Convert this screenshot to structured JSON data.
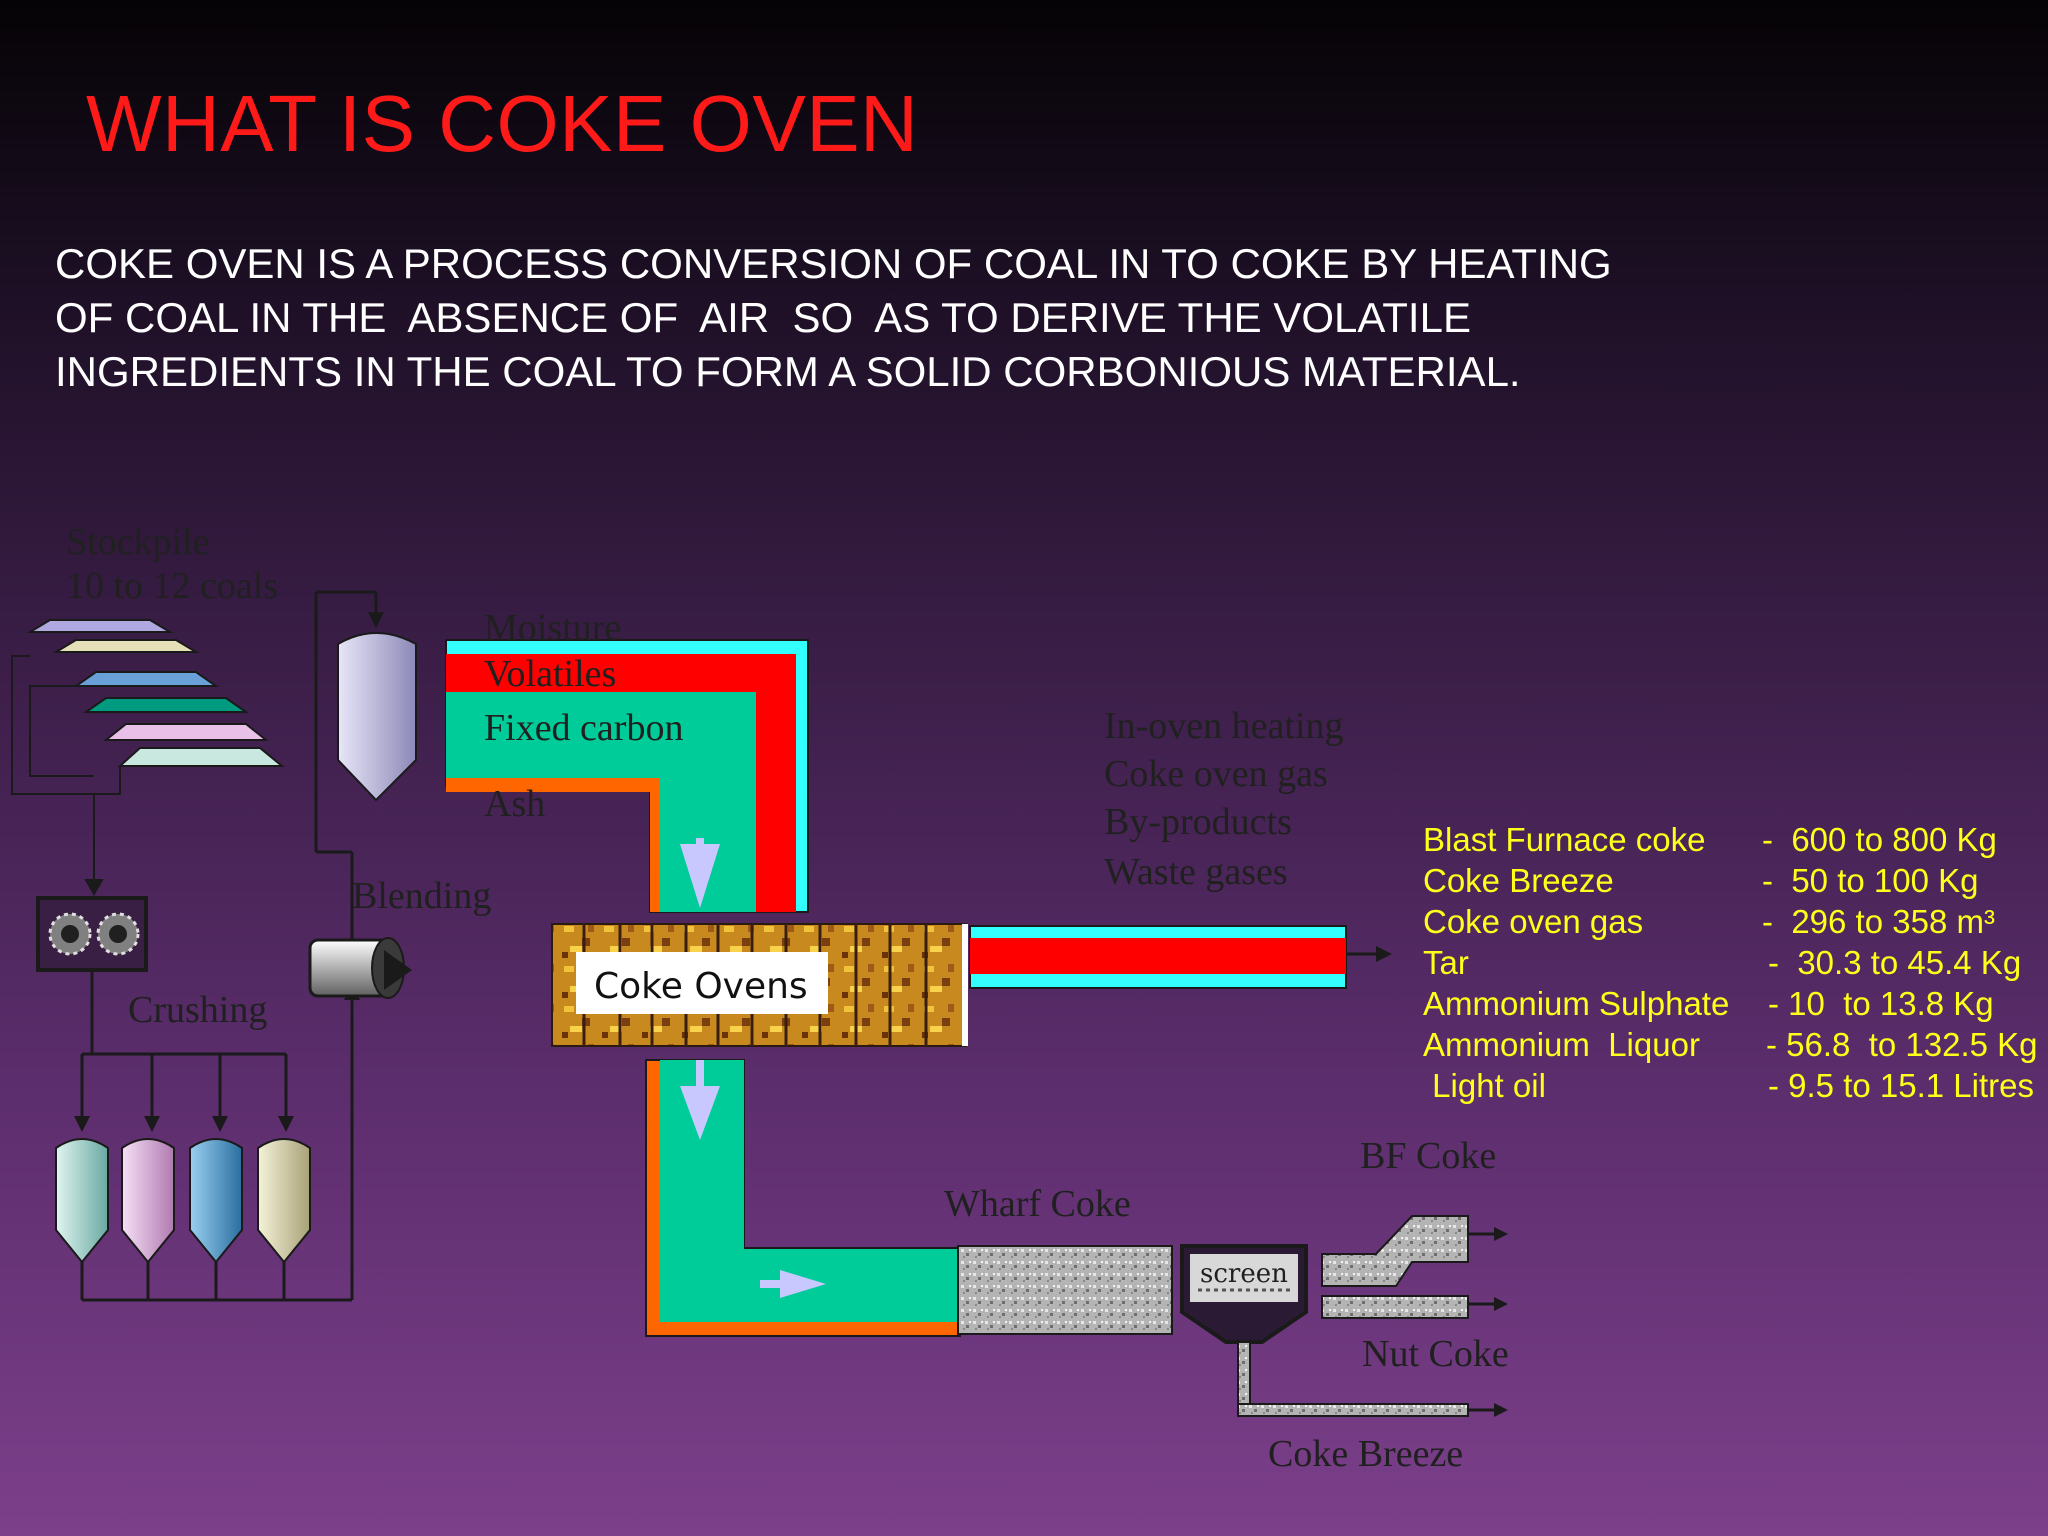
{
  "title": "WHAT IS COKE OVEN",
  "description": [
    "COKE OVEN IS A PROCESS CONVERSION OF COAL IN TO COKE BY HEATING",
    "OF COAL IN THE  ABSENCE OF  AIR  SO  AS TO DERIVE THE VOLATILE",
    "INGREDIENTS IN THE COAL TO FORM A SOLID CORBONIOUS MATERIAL."
  ],
  "diagram": {
    "stockpile": [
      "Stockpile",
      "10 to 12 coals"
    ],
    "crushing": "Crushing",
    "blending": "Blending",
    "coal_components": [
      "Moisture",
      "Volatiles",
      "Fixed carbon",
      "Ash"
    ],
    "coke_ovens": "Coke Ovens",
    "gas_outputs": [
      "In-oven heating",
      "Coke oven gas",
      "By-products",
      "Waste gases"
    ],
    "wharf_coke": "Wharf Coke",
    "screen": "screen",
    "bf_coke": "BF Coke",
    "nut_coke": "Nut Coke",
    "coke_breeze": "Coke Breeze"
  },
  "yields": [
    {
      "product": "Blast Furnace coke",
      "amount": "-  600 to 800 Kg"
    },
    {
      "product": "Coke Breeze",
      "amount": "-  50 to 100 Kg"
    },
    {
      "product": "Coke oven gas",
      "amount": "-  296 to 358 m³"
    },
    {
      "product": "Tar",
      "amount": "-  30.3 to 45.4 Kg"
    },
    {
      "product": "Ammonium Sulphate",
      "amount": "- 10  to 13.8 Kg"
    },
    {
      "product": "Ammonium  Liquor",
      "amount": "- 56.8  to 132.5 Kg"
    },
    {
      "product": " Light oil",
      "amount": "- 9.5 to 15.1 Litres"
    }
  ],
  "colors": {
    "title": "#ff1a1a",
    "yield_text": "#ffff1a",
    "fixed_carbon": "#00cc99",
    "volatiles": "#ff0000",
    "moisture": "#33ffff",
    "ash": "#ff6600"
  }
}
